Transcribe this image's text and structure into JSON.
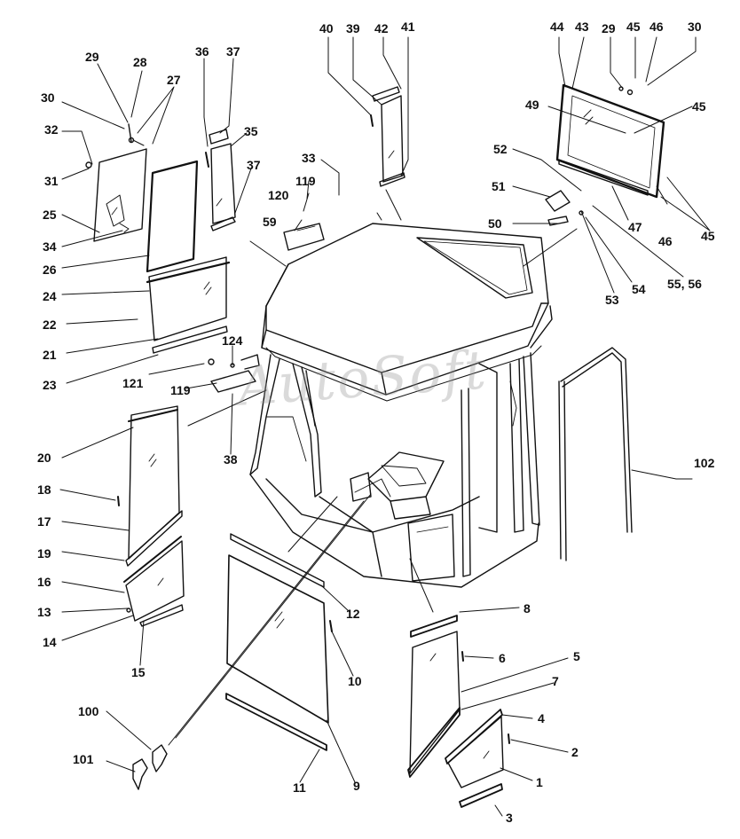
{
  "watermark": "AutoSoft",
  "callouts": [
    "40",
    "39",
    "42",
    "41",
    "44",
    "43",
    "29",
    "45",
    "46",
    "30",
    "29",
    "28",
    "27",
    "36",
    "37",
    "30",
    "32",
    "35",
    "31",
    "37",
    "25",
    "34",
    "26",
    "24",
    "22",
    "21",
    "23",
    "33",
    "120",
    "119",
    "59",
    "49",
    "45",
    "52",
    "51",
    "50",
    "47",
    "46",
    "45",
    "53",
    "54",
    "55, 56",
    "124",
    "121",
    "119",
    "38",
    "20",
    "18",
    "17",
    "19",
    "16",
    "13",
    "14",
    "15",
    "102",
    "12",
    "10",
    "8",
    "6",
    "5",
    "7",
    "4",
    "2",
    "1",
    "3",
    "100",
    "101",
    "11",
    "9"
  ],
  "colors": {
    "line": "#111111",
    "background": "#ffffff",
    "watermark": "#969696"
  }
}
